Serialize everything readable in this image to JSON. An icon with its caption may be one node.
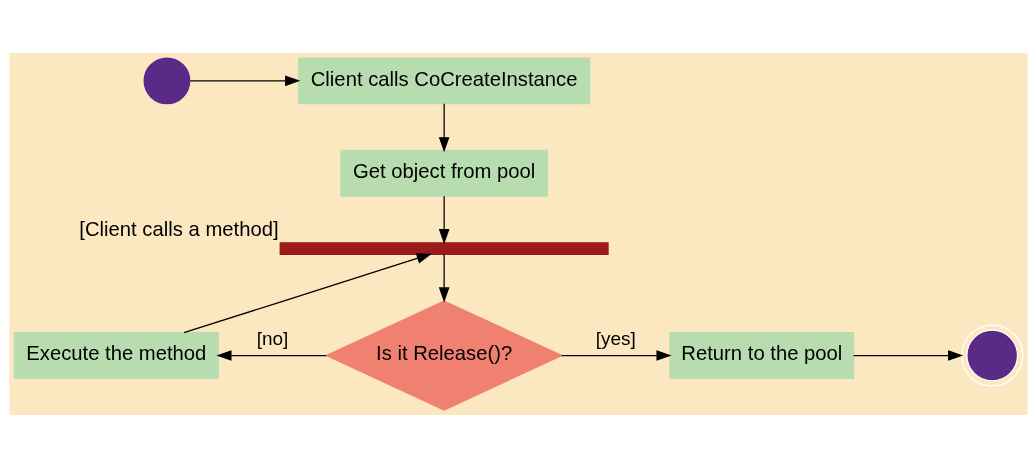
{
  "diagram": {
    "nodes": [
      {
        "text": [],
        "shape": "circle"
      },
      {
        "text": [
          "Client calls CoCreateInstance"
        ]
      },
      {
        "text": [
          "Get object from pool"
        ]
      },
      {
        "text": [],
        "shape": "bar",
        "beside": [
          "[Client calls a method]"
        ]
      },
      {
        "text": [
          "Execute the method"
        ]
      },
      {
        "text": [
          "Is it Release()?"
        ]
      },
      {
        "text": [
          "Return to the pool"
        ]
      },
      {
        "text": [],
        "shape": "circle"
      }
    ],
    "edges": [
      {
        "from": 0,
        "to": 1,
        "arrow": "to"
      },
      {
        "from": 1,
        "to": 2,
        "arrow": "to"
      },
      {
        "from": 2,
        "to": 3,
        "arrow": "to"
      },
      {
        "from": 3,
        "to": 5,
        "arrow": "to"
      },
      {
        "from": 5,
        "to": 4,
        "arrow": "to",
        "label": "[no]"
      },
      {
        "from": 5,
        "to": 6,
        "arrow": "to",
        "label": "[yes]"
      },
      {
        "from": 4,
        "to": 3,
        "arrow": "to"
      },
      {
        "from": 6,
        "to": 7,
        "arrow": "to"
      }
    ]
  }
}
